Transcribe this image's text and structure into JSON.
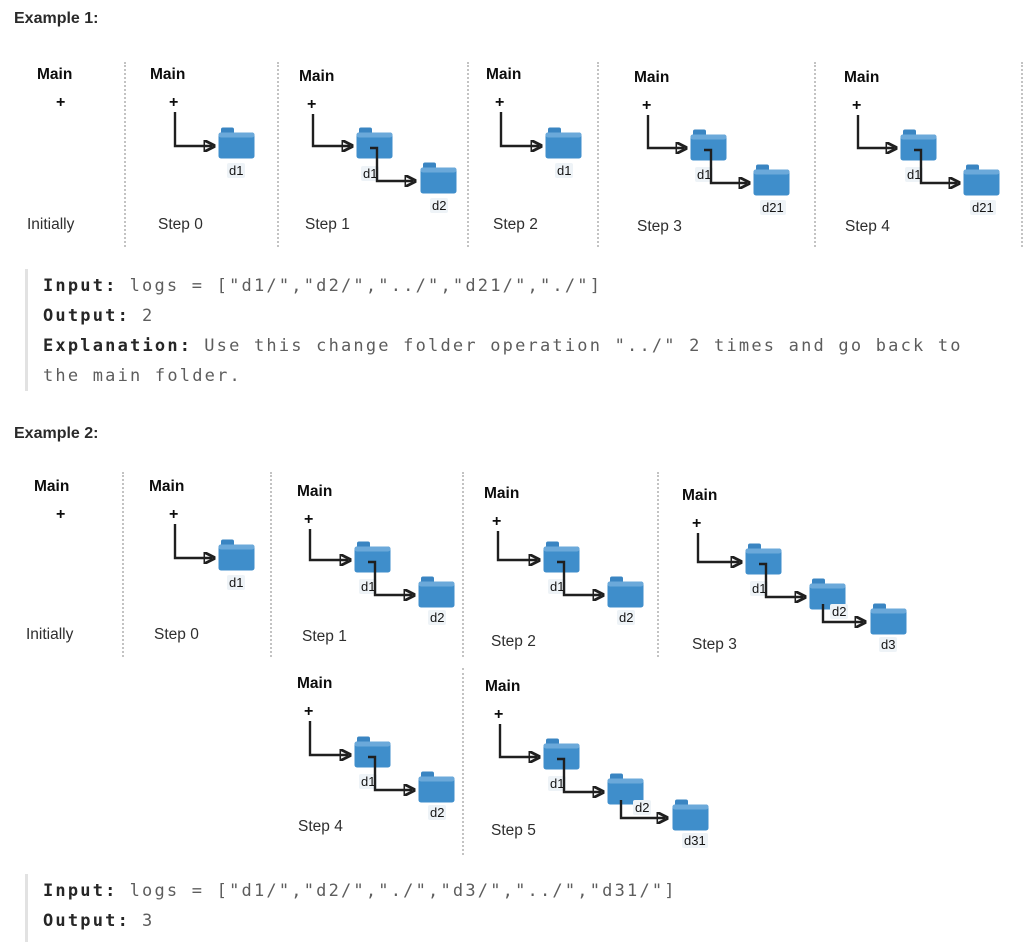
{
  "diagram": {
    "root_label": "Main",
    "plus_symbol": "+"
  },
  "colors": {
    "folder_blue": "#3f8ecb",
    "folder_blue_light": "#6ba9da",
    "arrow_black": "#1f1f1f",
    "separator_gray": "#c3c3c3",
    "code_label": "#262626",
    "code_value": "#5d5d5d"
  },
  "example1": {
    "heading": "Example 1:",
    "panels": [
      {
        "label": "Initially",
        "folders": []
      },
      {
        "label": "Step 0",
        "folders": [
          "d1"
        ]
      },
      {
        "label": "Step 1",
        "folders": [
          "d1",
          "d2"
        ]
      },
      {
        "label": "Step 2",
        "folders": [
          "d1"
        ]
      },
      {
        "label": "Step 3",
        "folders": [
          "d1",
          "d21"
        ]
      },
      {
        "label": "Step 4",
        "folders": [
          "d1",
          "d21"
        ]
      }
    ],
    "io": {
      "input_label": "Input:",
      "input_value": "logs = [\"d1/\",\"d2/\",\"../\",\"d21/\",\"./\"]",
      "output_label": "Output:",
      "output_value": "2",
      "explanation_label": "Explanation:",
      "explanation_value": "Use this change folder operation \"../\" 2 times and go back to the main folder."
    }
  },
  "example2": {
    "heading": "Example 2:",
    "panels": [
      {
        "label": "Initially",
        "folders": []
      },
      {
        "label": "Step 0",
        "folders": [
          "d1"
        ]
      },
      {
        "label": "Step 1",
        "folders": [
          "d1",
          "d2"
        ]
      },
      {
        "label": "Step 2",
        "folders": [
          "d1",
          "d2"
        ]
      },
      {
        "label": "Step 3",
        "folders": [
          "d1",
          "d2",
          "d3"
        ]
      },
      {
        "label": "Step 4",
        "folders": [
          "d1",
          "d2"
        ]
      },
      {
        "label": "Step 5",
        "folders": [
          "d1",
          "d2",
          "d31"
        ]
      }
    ],
    "io": {
      "input_label": "Input:",
      "input_value": "logs = [\"d1/\",\"d2/\",\"./\",\"d3/\",\"../\",\"d31/\"]",
      "output_label": "Output:",
      "output_value": "3"
    }
  }
}
